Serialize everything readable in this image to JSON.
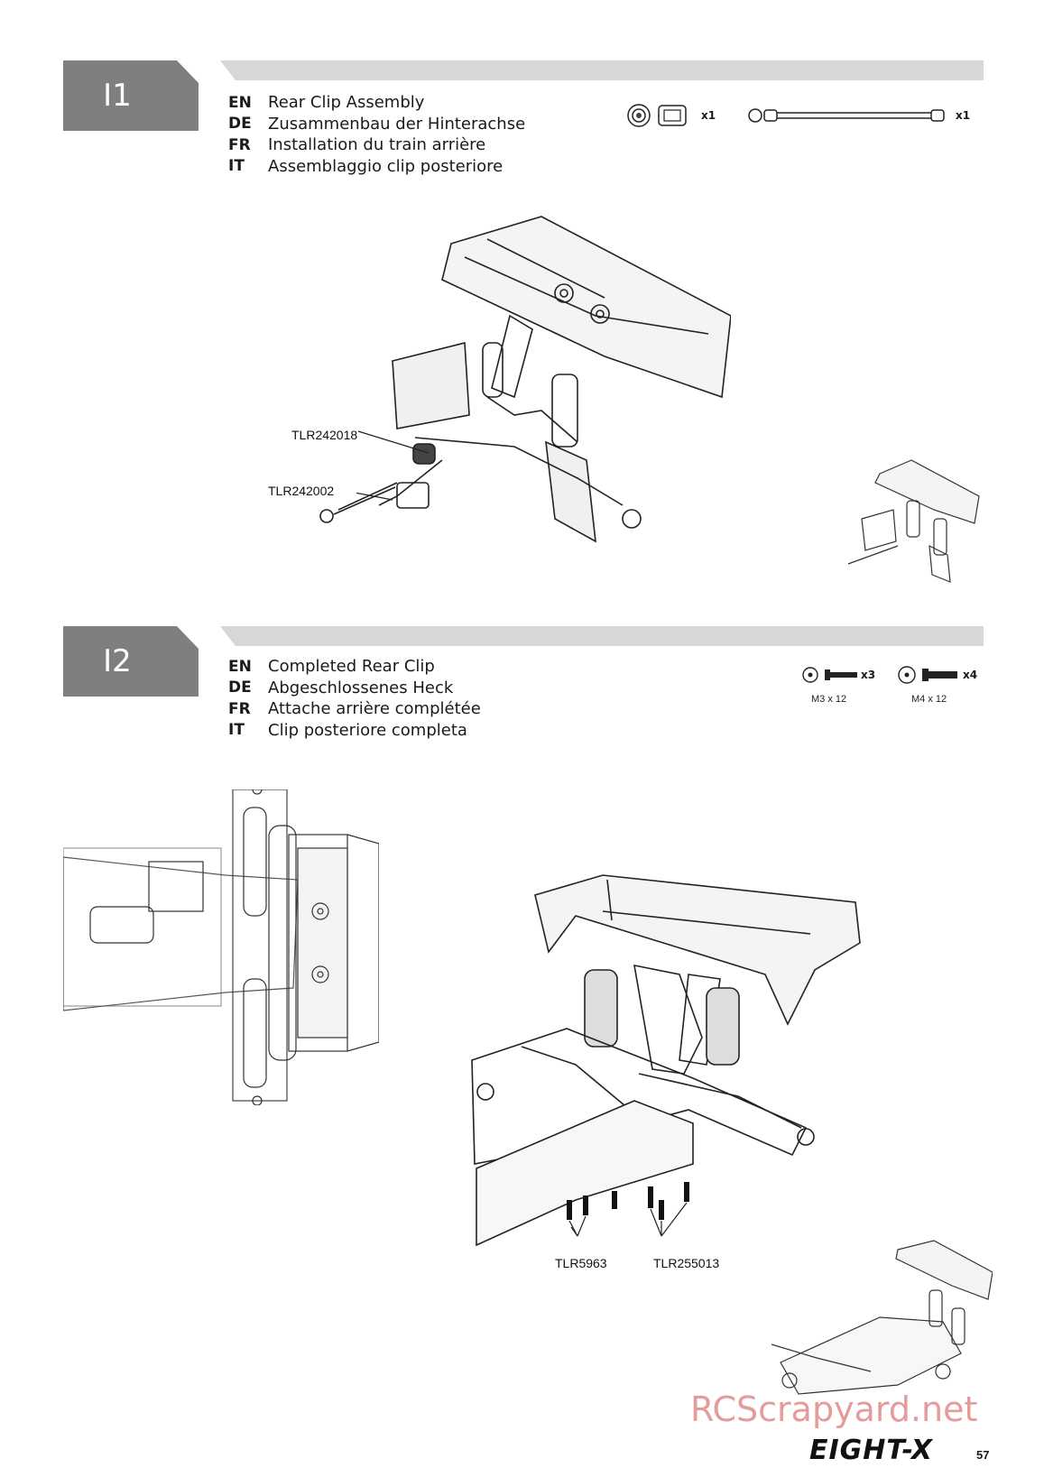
{
  "steps": [
    {
      "number": "I1",
      "titles": [
        {
          "lang": "EN",
          "text": "Rear Clip Assembly"
        },
        {
          "lang": "DE",
          "text": "Zusammenbau der Hinterachse"
        },
        {
          "lang": "FR",
          "text": "Installation du train arrière"
        },
        {
          "lang": "IT",
          "text": "Assemblaggio clip posteriore"
        }
      ],
      "parts": [
        {
          "icon": "bearing-bushing-icon",
          "qty": "x1"
        },
        {
          "icon": "driveshaft-icon",
          "qty": "x1"
        }
      ],
      "callouts": [
        "TLR242018",
        "TLR242002"
      ]
    },
    {
      "number": "I2",
      "titles": [
        {
          "lang": "EN",
          "text": "Completed Rear Clip"
        },
        {
          "lang": "DE",
          "text": "Abgeschlossenes Heck"
        },
        {
          "lang": "FR",
          "text": "Attache arrière complétée"
        },
        {
          "lang": "IT",
          "text": "Clip posteriore completa"
        }
      ],
      "parts": [
        {
          "icon": "flat-head-screw-icon",
          "qty": "x3",
          "size": "M3 x 12"
        },
        {
          "icon": "flat-head-screw-icon",
          "qty": "x4",
          "size": "M4 x 12"
        }
      ],
      "callouts": [
        "TLR5963",
        "TLR255013"
      ]
    }
  ],
  "footer": {
    "watermark": "RCScrapyard.net",
    "brand": "EIGHT-X",
    "page": "57"
  }
}
